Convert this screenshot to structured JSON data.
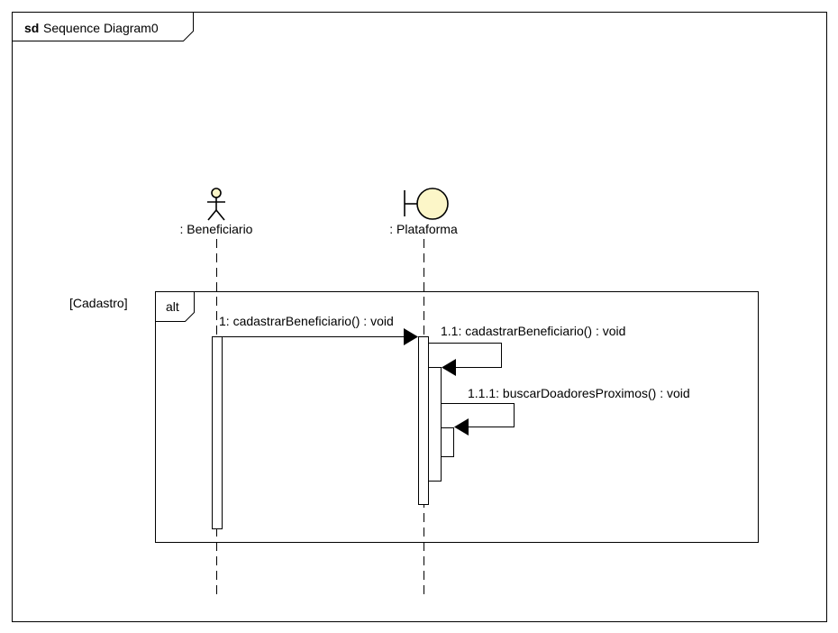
{
  "frame": {
    "keyword": "sd",
    "name": "Sequence Diagram0"
  },
  "lifelines": [
    {
      "label": ": Beneficiario",
      "kind": "actor"
    },
    {
      "label": ": Plataforma",
      "kind": "boundary"
    }
  ],
  "fragment": {
    "operator": "alt",
    "guard": "[Cadastro]"
  },
  "messages": [
    {
      "label": "1: cadastrarBeneficiario() : void"
    },
    {
      "label": "1.1: cadastrarBeneficiario() : void"
    },
    {
      "label": "1.1.1: buscarDoadoresProximos() : void"
    }
  ],
  "colors": {
    "boundary_fill": "#fcf6c8",
    "stroke": "#000000",
    "background": "#ffffff"
  }
}
